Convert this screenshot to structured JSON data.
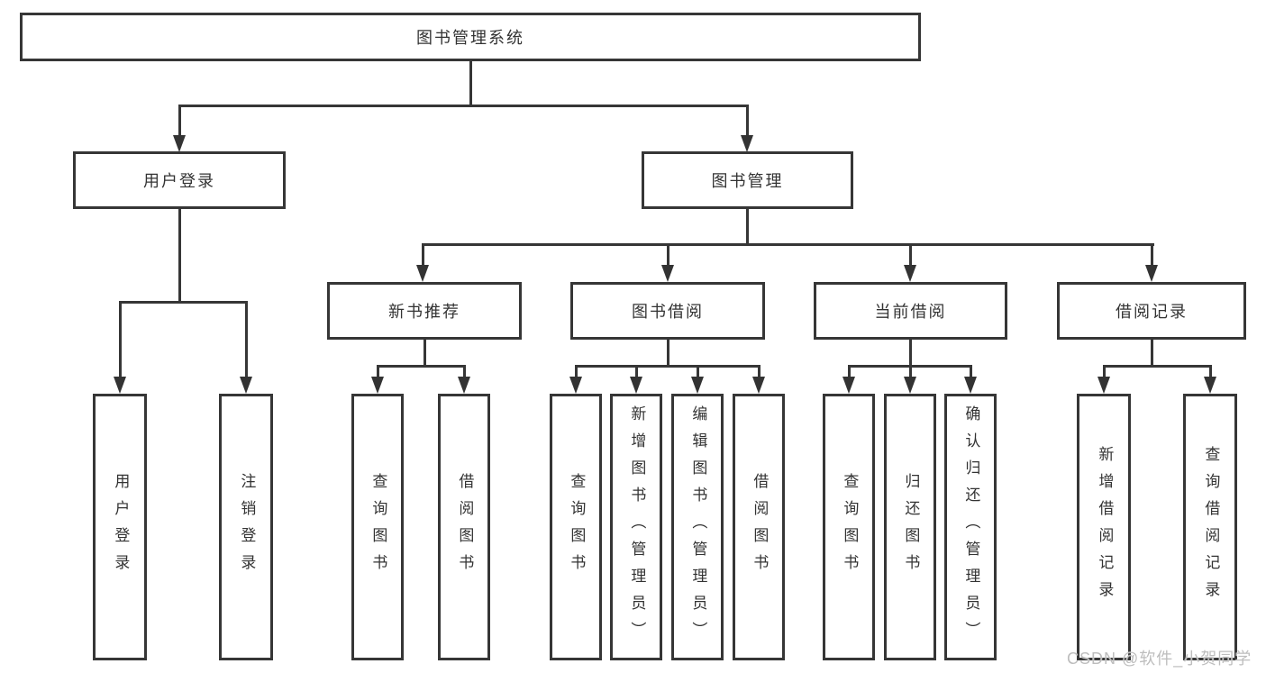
{
  "diagram": {
    "root": {
      "label": "图书管理系统"
    },
    "level2": [
      {
        "label": "用户登录"
      },
      {
        "label": "图书管理"
      }
    ],
    "level3": [
      {
        "label": "新书推荐"
      },
      {
        "label": "图书借阅"
      },
      {
        "label": "当前借阅"
      },
      {
        "label": "借阅记录"
      }
    ],
    "leaves": [
      {
        "label": "用户登录"
      },
      {
        "label": "注销登录"
      },
      {
        "label": "查询图书"
      },
      {
        "label": "借阅图书"
      },
      {
        "label": "查询图书"
      },
      {
        "label": "新增图书（管理员）"
      },
      {
        "label": "编辑图书（管理员）"
      },
      {
        "label": "借阅图书"
      },
      {
        "label": "查询图书"
      },
      {
        "label": "归还图书"
      },
      {
        "label": "确认归还（管理员）"
      },
      {
        "label": "新增借阅记录"
      },
      {
        "label": "查询借阅记录"
      }
    ],
    "colors": {
      "line": "#363636",
      "text": "#333333",
      "watermark": "#bdbdbd",
      "background": "#ffffff"
    }
  },
  "watermark": {
    "text": "CSDN @软件_小贺同学"
  }
}
